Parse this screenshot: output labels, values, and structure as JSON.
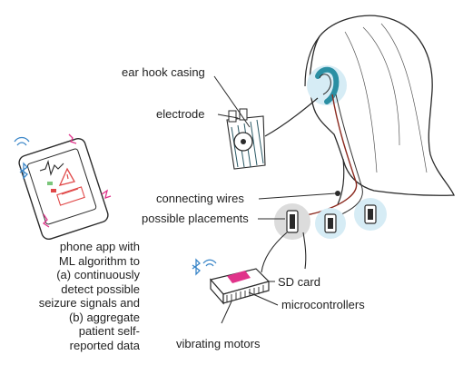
{
  "labels": {
    "ear_hook_casing": "ear hook casing",
    "electrode": "electrode",
    "connecting_wires": "connecting wires",
    "possible_placements": "possible placements",
    "sd_card": "SD card",
    "microcontrollers": "microcontrollers",
    "vibrating_motors": "vibrating motors"
  },
  "phone_caption": [
    "phone app with",
    "ML algorithm to",
    "(a) continuously",
    "detect possible",
    "seizure signals and",
    "(b) aggregate",
    "patient self-",
    "reported data"
  ],
  "colors": {
    "ink": "#2a2a2a",
    "hook_blue": "#2b8fa3",
    "halo_blue": "#d6ecf5",
    "wire_red": "#8b2a1f",
    "magenta": "#e0338a",
    "phone_green": "#7bc67b",
    "phone_red": "#e04848",
    "bluetooth_blue": "#3a86c8"
  },
  "icons": [
    "bluetooth-icon",
    "wifi-icon",
    "alert-icon"
  ]
}
